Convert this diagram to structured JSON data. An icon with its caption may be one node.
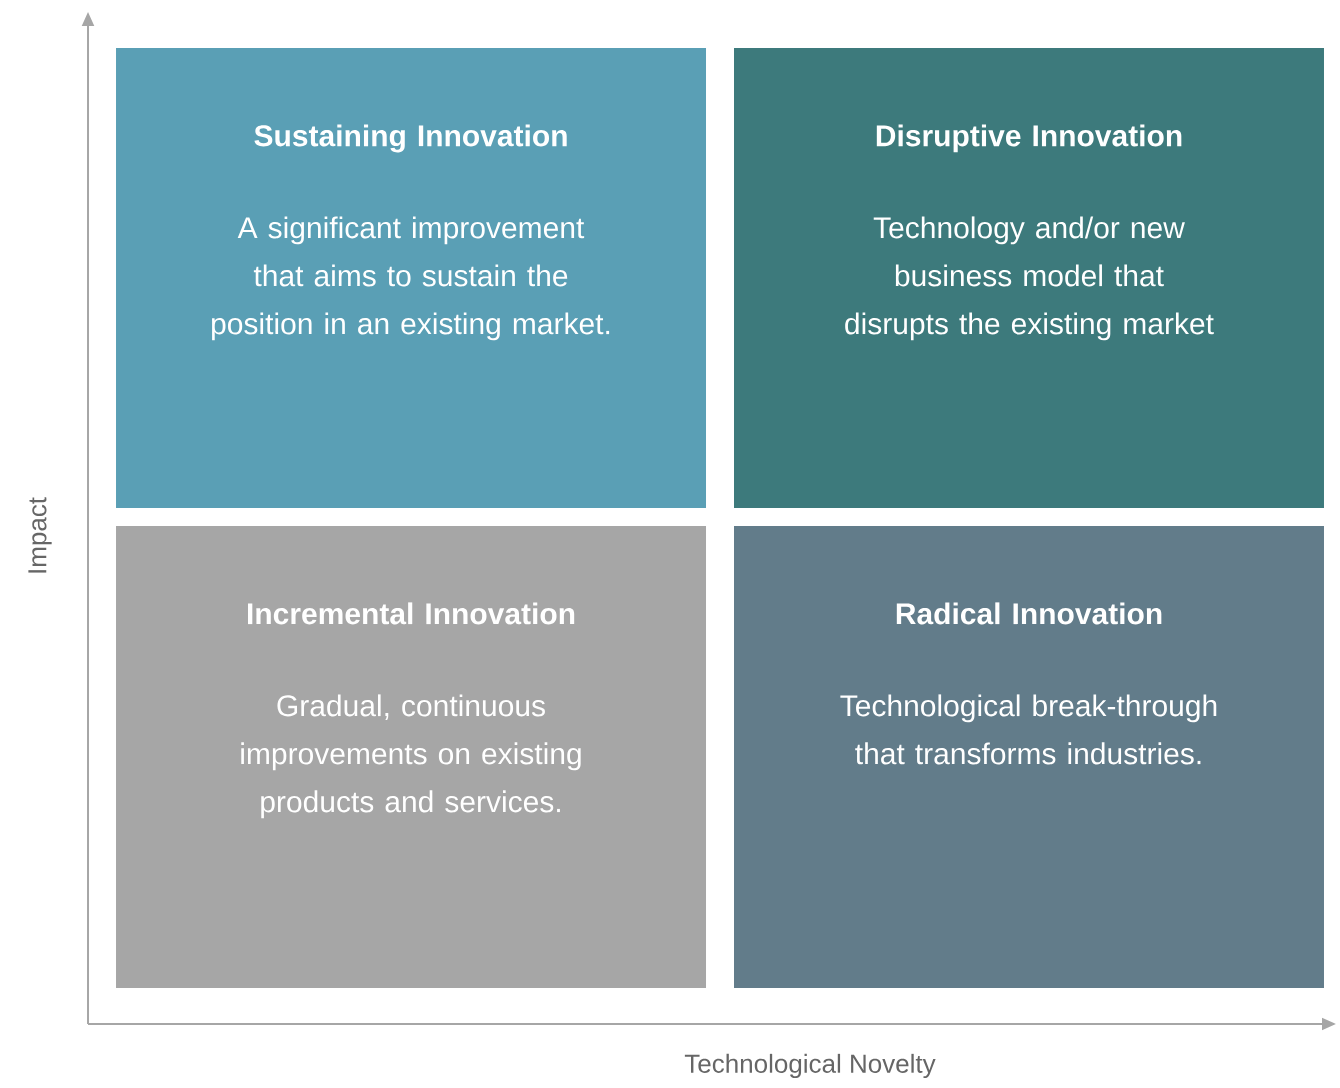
{
  "diagram": {
    "nodes": [
      {
        "text": [
          "Sustaining Innovation",
          "A significant improvement that aims to sustain the position in an existing market."
        ]
      },
      {
        "text": [
          "Disruptive Innovation",
          "Technology and/or new business model that disrupts the existing market"
        ]
      },
      {
        "text": [
          "Incremental Innovation",
          "Gradual, continuous improvements on existing products and services."
        ]
      },
      {
        "text": [
          "Radical Innovation",
          "Technological break-through that transforms industries."
        ]
      }
    ],
    "labels": [
      "Impact",
      "Technological Novelty"
    ]
  }
}
